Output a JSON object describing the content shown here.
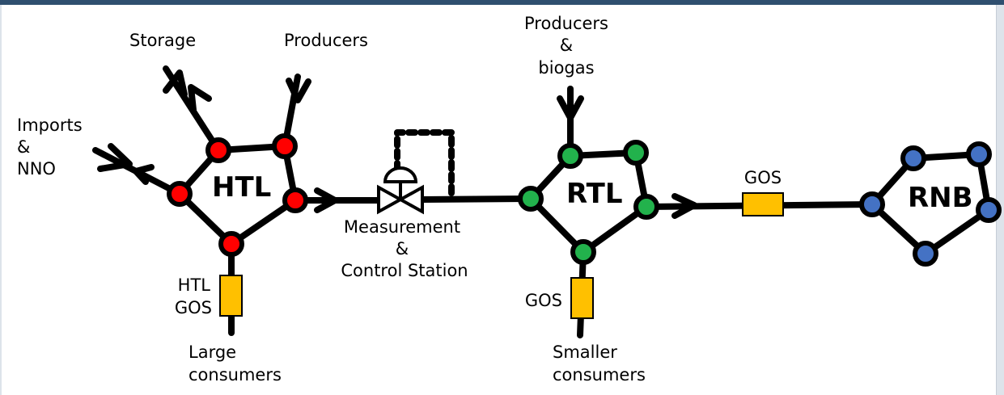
{
  "colors": {
    "htl_node": "#ff0000",
    "rtl_node": "#22b24c",
    "rnb_node": "#4472c4",
    "gos": "#ffc000",
    "pipe": "#000000",
    "frame": "#2f4f6f"
  },
  "networks": {
    "htl": "HTL",
    "rtl": "RTL",
    "rnb": "RNB"
  },
  "labels": {
    "storage": "Storage",
    "producers_htl": "Producers",
    "imports_1": "Imports",
    "imports_2": "&",
    "imports_3": "NNO",
    "htl_gos_1": "HTL",
    "htl_gos_2": "GOS",
    "large_consumers_1": "Large",
    "large_consumers_2": "consumers",
    "mcs_1": "Measurement",
    "mcs_2": "&",
    "mcs_3": "Control Station",
    "producers_biogas_1": "Producers",
    "producers_biogas_2": "&",
    "producers_biogas_3": "biogas",
    "gos_rtl": "GOS",
    "smaller_consumers_1": "Smaller",
    "smaller_consumers_2": "consumers",
    "gos_rnb": "GOS"
  },
  "icons": {
    "valve": "control-valve-icon"
  }
}
